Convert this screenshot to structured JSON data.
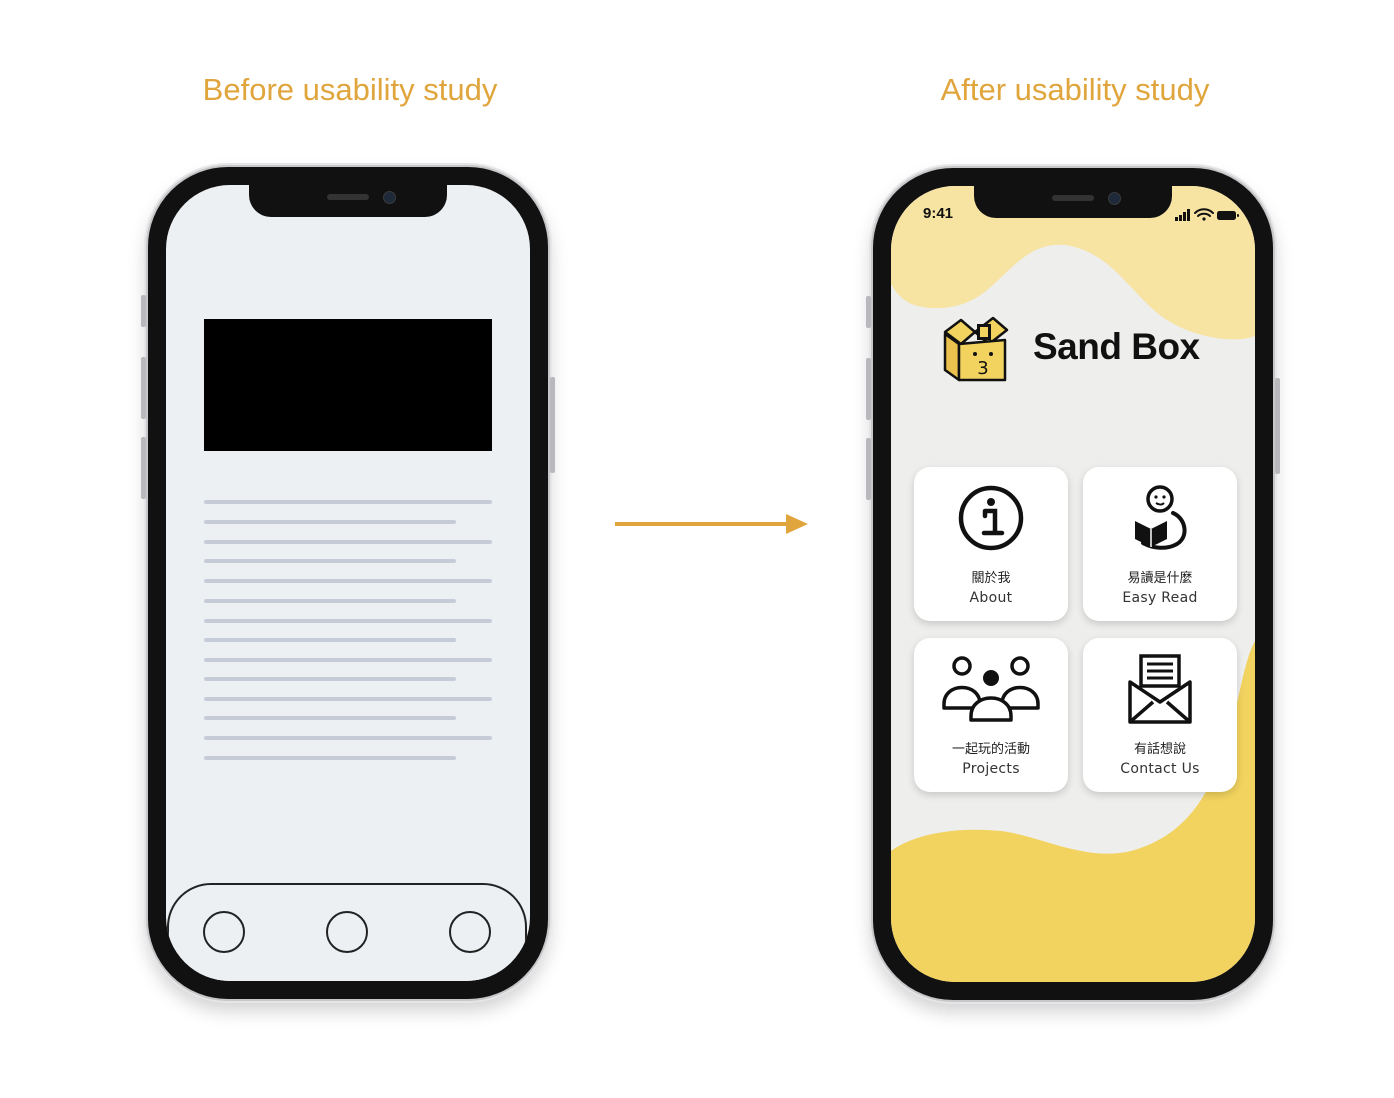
{
  "captions": {
    "before": "Before usability study",
    "after": "After usability study"
  },
  "colors": {
    "accent": "#e0a53c",
    "app_yellow": "#f2d35f",
    "app_pale_yellow": "#f7e3a2",
    "app_background": "#eeeeec",
    "wireframe_screen": "#ecf0f3",
    "wireframe_line": "#c6cbd8"
  },
  "app": {
    "status_time": "9:41",
    "brand": "Sand Box",
    "logo_digit": "3",
    "menu": [
      {
        "zh": "關於我",
        "en": "About",
        "icon": "info-icon"
      },
      {
        "zh": "易讀是什麼",
        "en": "Easy Read",
        "icon": "reading-person-icon"
      },
      {
        "zh": "一起玩的活動",
        "en": "Projects",
        "icon": "group-people-icon"
      },
      {
        "zh": "有話想說",
        "en": "Contact Us",
        "icon": "envelope-icon"
      }
    ]
  }
}
